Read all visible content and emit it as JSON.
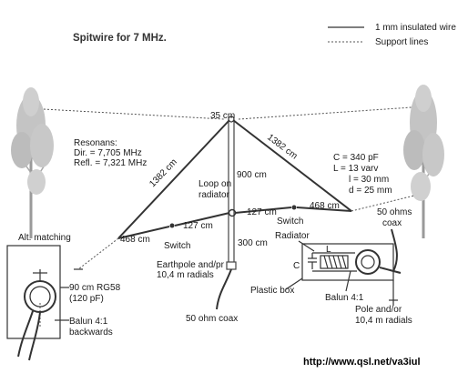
{
  "title": "Spitwire for 7 MHz.",
  "legend": {
    "wire_label": "1 mm insulated wire",
    "support_label": "Support lines"
  },
  "resonance": {
    "heading": "Resonans:",
    "dir": "Dir. = 7,705 MHz",
    "refl": "Refl. = 7,321 MHz"
  },
  "coil_specs": {
    "c": "C = 340 pF",
    "l": "L = 13 varv",
    "len": "l = 30 mm",
    "dia": "d = 25 mm"
  },
  "labels": {
    "top_gap": "35 cm",
    "left_slope": "1382 cm",
    "right_slope": "1382 cm",
    "mast_upper": "900 cm",
    "mast_lower": "300 cm",
    "loop_on_radiator": [
      "Loop on",
      "radiator"
    ],
    "left_seg_outer": "468 cm",
    "left_seg_inner": "127 cm",
    "right_seg_inner": "127 cm",
    "right_seg_outer": "468 cm",
    "switch_left": "Switch",
    "switch_right": "Switch",
    "earthpole": [
      "Earthpole and/pr",
      "10,4 m radials"
    ],
    "plastic_box": "Plastic box",
    "coax_feed": "50 ohm coax",
    "alt_matching": "Alt. matching",
    "rg58": [
      "90 cm RG58",
      "(120 pF)"
    ],
    "balun_back": [
      "Balun 4:1",
      "backwards"
    ],
    "radiator": "Radiator",
    "c_mark": "C",
    "l_mark": "L",
    "balun_right": "Balun 4:1",
    "coax_right": [
      "50 ohms",
      "coax"
    ],
    "pole_radials": [
      "Pole and/or",
      "10,4 m radials"
    ]
  },
  "url": "http://www.qsl.net/va3iul",
  "colors": {
    "ink": "#333333",
    "tree": "#b8b8b8"
  }
}
